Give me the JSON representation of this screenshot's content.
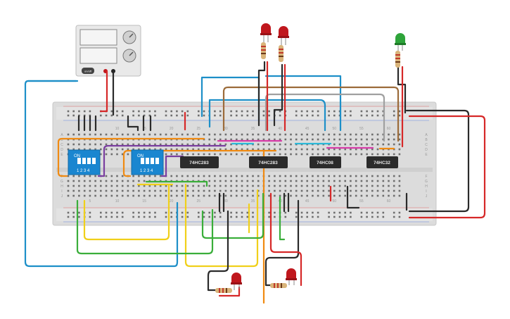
{
  "chips": [
    {
      "label": "74HC283"
    },
    {
      "label": "74HC283"
    },
    {
      "label": "74HC08"
    },
    {
      "label": "74HC32"
    }
  ],
  "dip_switches": [
    {
      "on_label": "ON",
      "numbers": "1 2 3 4"
    },
    {
      "on_label": "ON",
      "numbers": "1 2 3 4"
    }
  ],
  "breadboard": {
    "column_numbers": [
      "5",
      "10",
      "15",
      "20",
      "25",
      "30",
      "35",
      "40",
      "45",
      "50",
      "55",
      "60"
    ],
    "row_letters_top": [
      "A",
      "B",
      "C",
      "D",
      "E"
    ],
    "row_letters_bottom": [
      "F",
      "G",
      "H",
      "I",
      "J"
    ]
  },
  "power_supply": {
    "button_label": "on/off"
  },
  "led_colors": {
    "red": "#c0171d",
    "green": "#2ea43a"
  },
  "wire_colors": {
    "blue": "#1d8fc8",
    "orange": "#f08a12",
    "purple": "#7a3ea0",
    "yellow": "#f0d01a",
    "green": "#3aae3a",
    "brown": "#9b6b3a",
    "grey": "#a0a0a0",
    "red": "#d62828",
    "black": "#2a2a2a",
    "magenta": "#d63ca8",
    "cyan": "#2ab8d8"
  }
}
